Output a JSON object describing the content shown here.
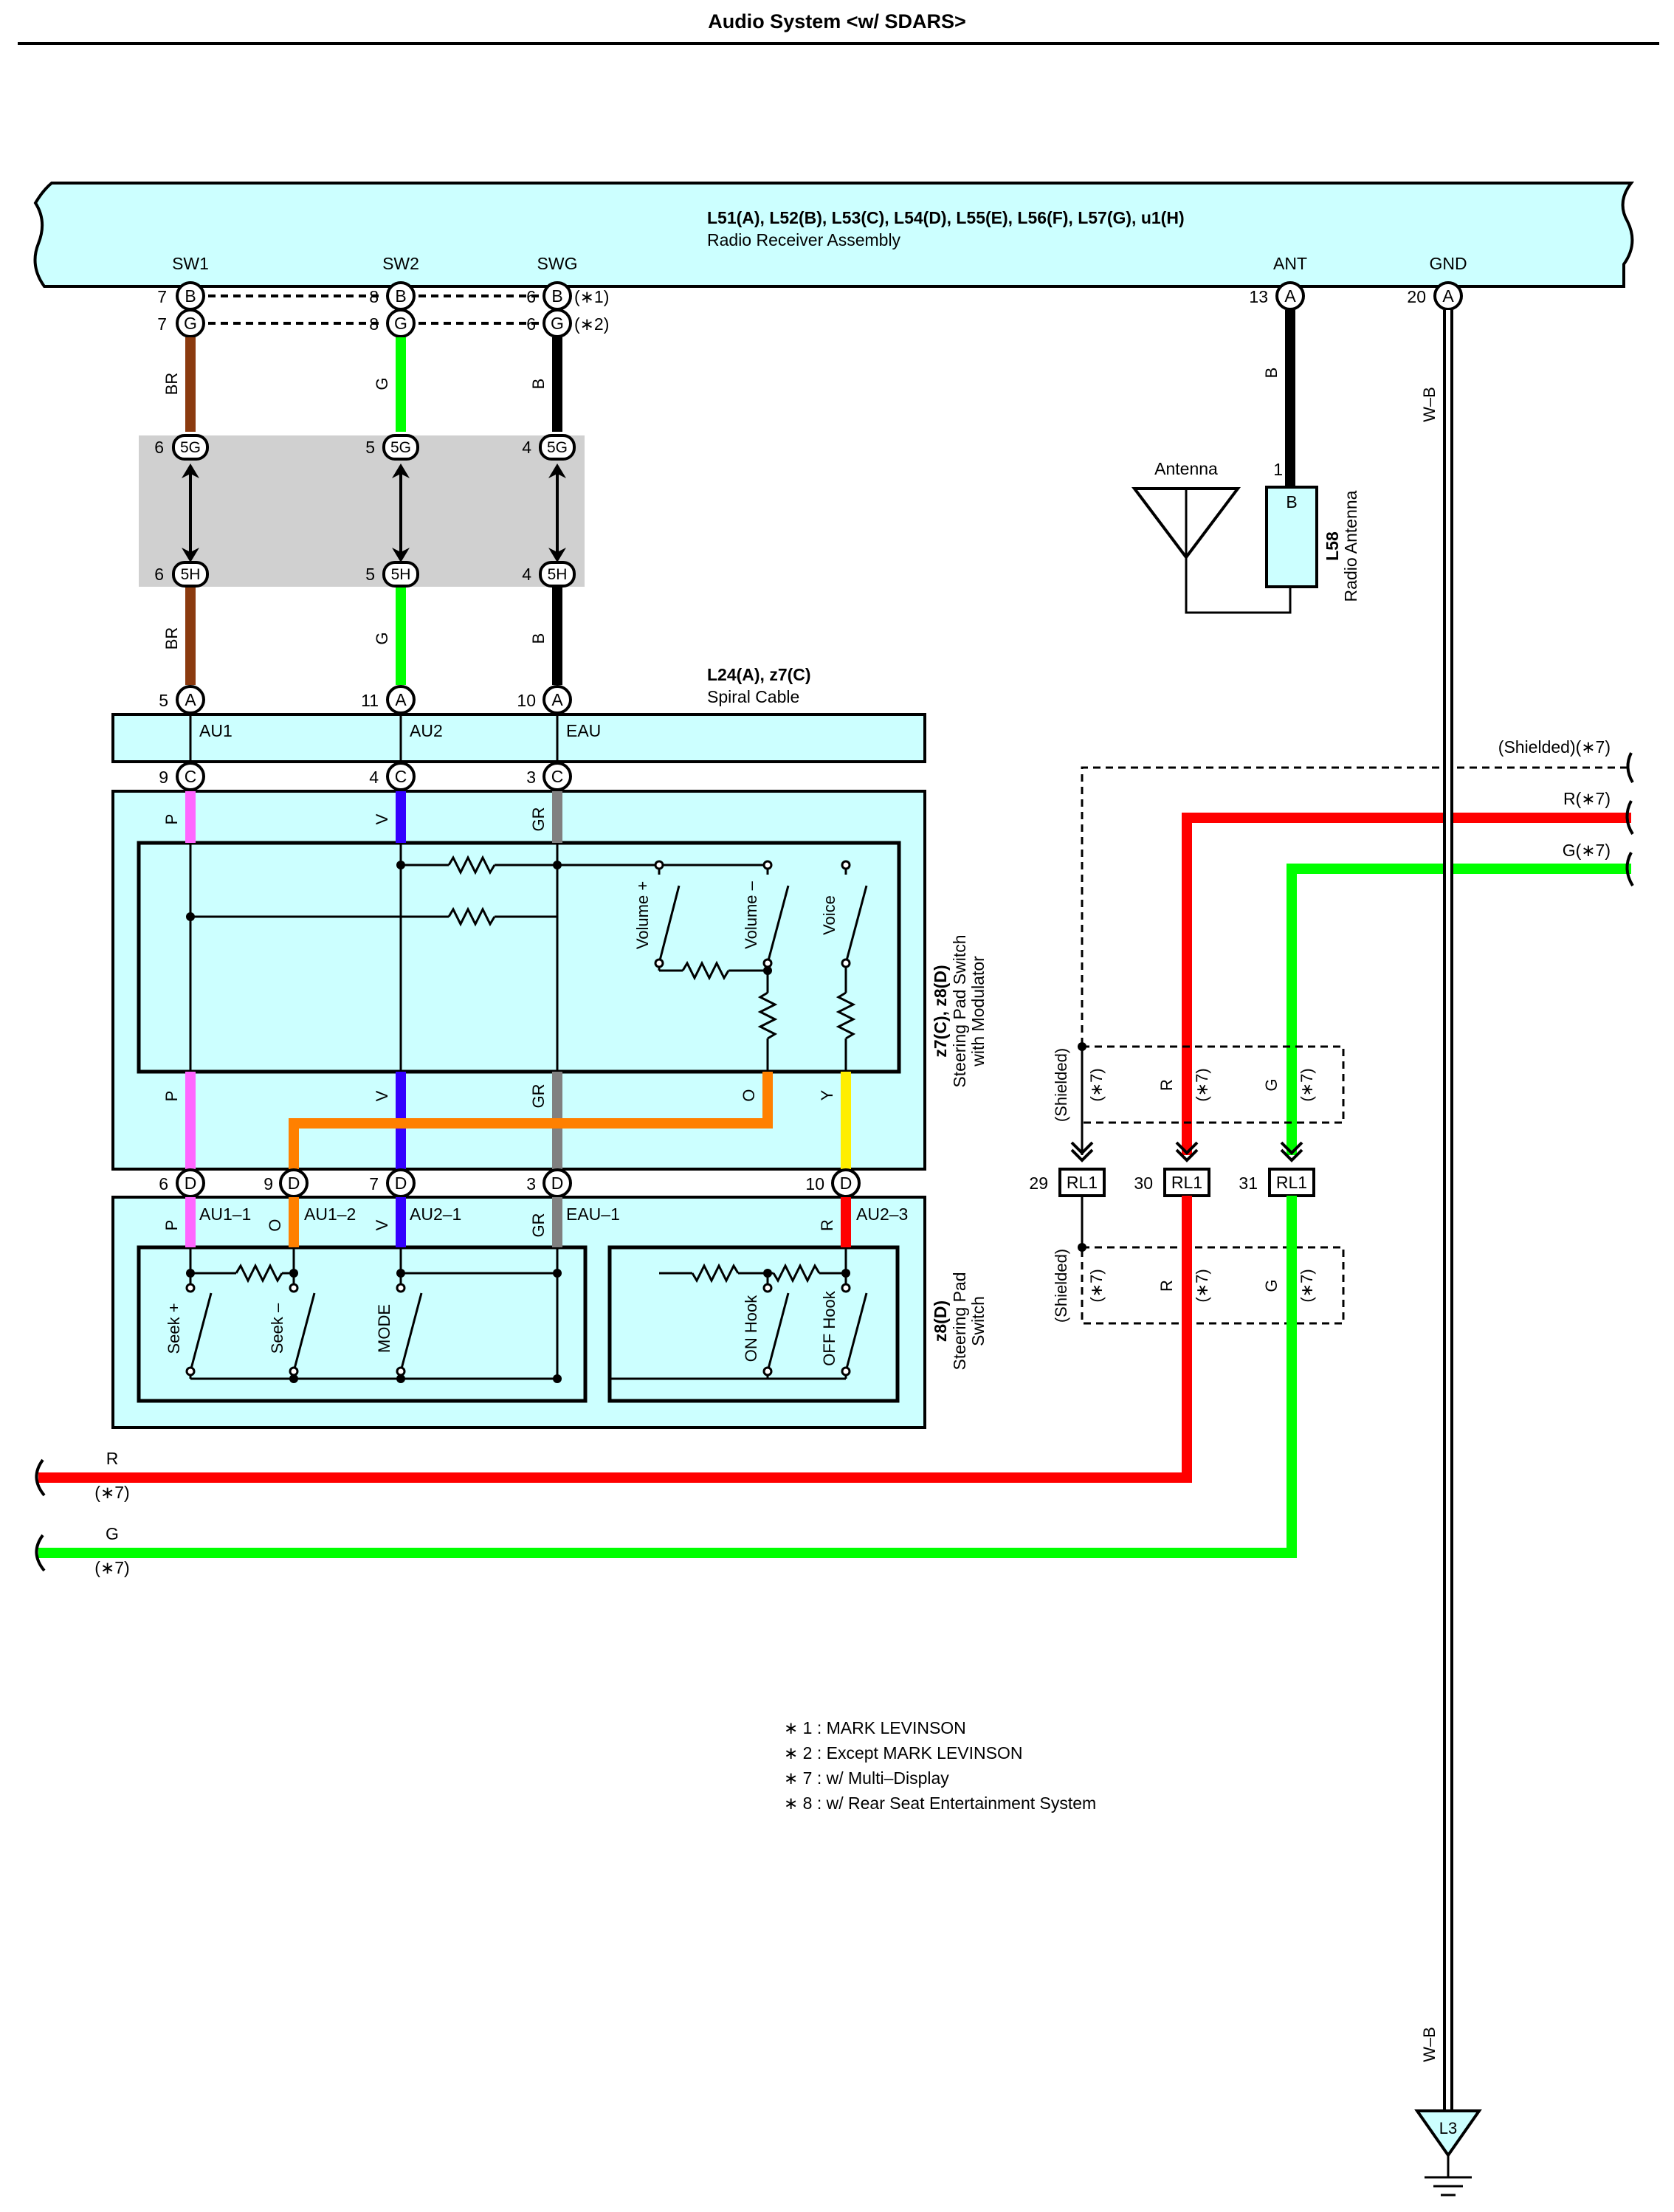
{
  "title": "Audio System <w/ SDARS>",
  "colors": {
    "panel_fill": "#ccffff",
    "connector_block": "#d0d0d0",
    "wire_BR": "#8b3a0f",
    "wire_G": "#00ff00",
    "wire_B": "#000000",
    "wire_P": "#ff66ff",
    "wire_V": "#3300ff",
    "wire_GR": "#808080",
    "wire_O": "#ff8000",
    "wire_Y": "#ffee00",
    "wire_R": "#ff0000",
    "wire_WB": "#ffffff"
  },
  "receiver": {
    "connectors": "L51(A), L52(B), L53(C), L54(D), L55(E), L56(F), L57(G), u1(H)",
    "name": "Radio Receiver Assembly",
    "terminals": [
      "SW1",
      "SW2",
      "SWG",
      "ANT",
      "GND"
    ],
    "row_b": {
      "pins": [
        "7",
        "8",
        "6"
      ],
      "letter": "B",
      "note": "(∗1)"
    },
    "row_g": {
      "pins": [
        "7",
        "8",
        "6"
      ],
      "letter": "G",
      "note": "(∗2)"
    },
    "ant_pin": "13",
    "gnd_pin": "20",
    "pin_letter_a": "A"
  },
  "wires": {
    "BR": "BR",
    "G": "G",
    "B": "B",
    "P": "P",
    "V": "V",
    "GR": "GR",
    "O": "O",
    "Y": "Y",
    "R": "R",
    "WB": "W–B"
  },
  "connector_5g": {
    "label": "5G",
    "pins": [
      "6",
      "5",
      "4"
    ]
  },
  "connector_5h": {
    "label": "5H",
    "pins": [
      "6",
      "5",
      "4"
    ]
  },
  "antenna": {
    "label": "Antenna",
    "pin": "1",
    "letter": "B",
    "id": "L58",
    "name": "Radio Antenna"
  },
  "spiral_cable": {
    "connectors": "L24(A), z7(C)",
    "name": "Spiral Cable",
    "top_pins": [
      "5",
      "11",
      "10"
    ],
    "terminals": [
      "AU1",
      "AU2",
      "EAU"
    ],
    "bottom_pins": [
      "9",
      "4",
      "3"
    ],
    "letter_a": "A",
    "letter_c": "C"
  },
  "steering_switch_modulator": {
    "connectors": "z7(C), z8(D)",
    "name_line1": "Steering Pad Switch",
    "name_line2": "with Modulator",
    "switches": [
      "Volume +",
      "Volume –",
      "Voice"
    ]
  },
  "steering_switch": {
    "connector": "z8(D)",
    "name_line1": "Steering Pad",
    "name_line2": "Switch",
    "pins": [
      "6",
      "9",
      "7",
      "3",
      "10"
    ],
    "letter": "D",
    "terminals": [
      "AU1–1",
      "AU1–2",
      "AU2–1",
      "EAU–1",
      "AU2–3"
    ],
    "switches": [
      "Seek +",
      "Seek –",
      "MODE",
      "ON Hook",
      "OFF Hook"
    ]
  },
  "multi_display": {
    "shielded_top": "(Shielded)(∗7)",
    "r_label": "R(∗7)",
    "g_label": "G(∗7)",
    "shielded": "(Shielded)",
    "note": "(∗7)",
    "rl1_pins": [
      "29",
      "30",
      "31"
    ],
    "rl1": "RL1"
  },
  "left_wires": {
    "r": "R",
    "g": "G",
    "note": "(∗7)"
  },
  "ground": {
    "label": "L3"
  },
  "notes": [
    "∗ 1 : MARK LEVINSON",
    "∗ 2 : Except MARK LEVINSON",
    "∗ 7 : w/ Multi–Display",
    "∗ 8 : w/ Rear Seat Entertainment System"
  ]
}
